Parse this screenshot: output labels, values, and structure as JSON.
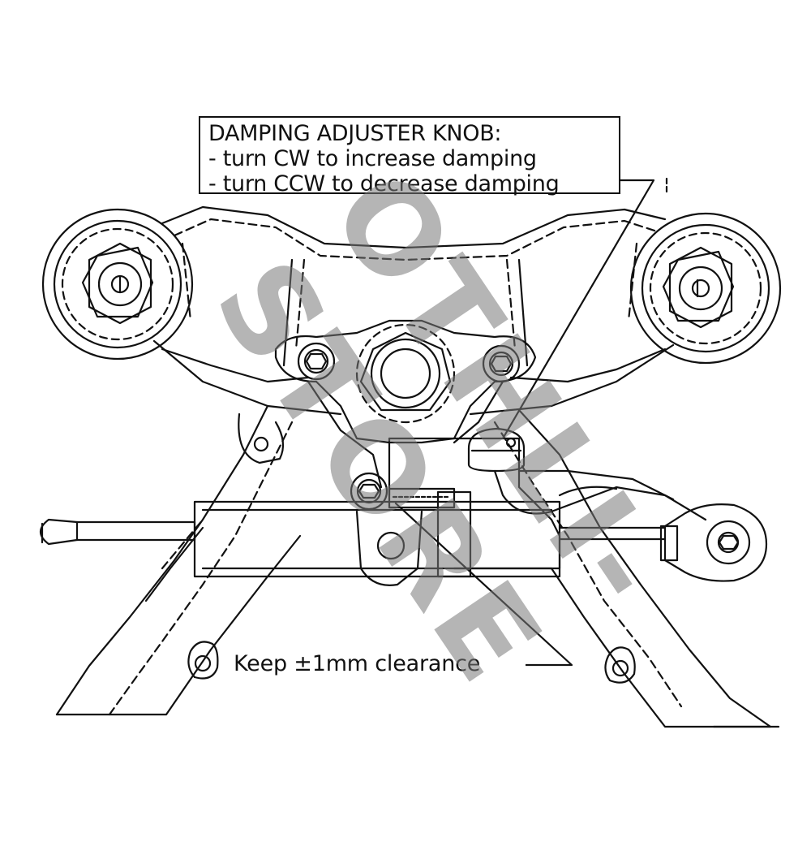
{
  "callout": {
    "title": "DAMPING ADJUSTER KNOB:",
    "line1": "- turn CW to increase damping",
    "line2": "- turn CCW to decrease damping"
  },
  "clearance_label": "Keep ±1mm clearance",
  "watermark": {
    "line1": "OTHLI-",
    "line2": "STORE"
  },
  "colors": {
    "ink": "#111111",
    "background": "#ffffff",
    "watermark": "#808080"
  }
}
